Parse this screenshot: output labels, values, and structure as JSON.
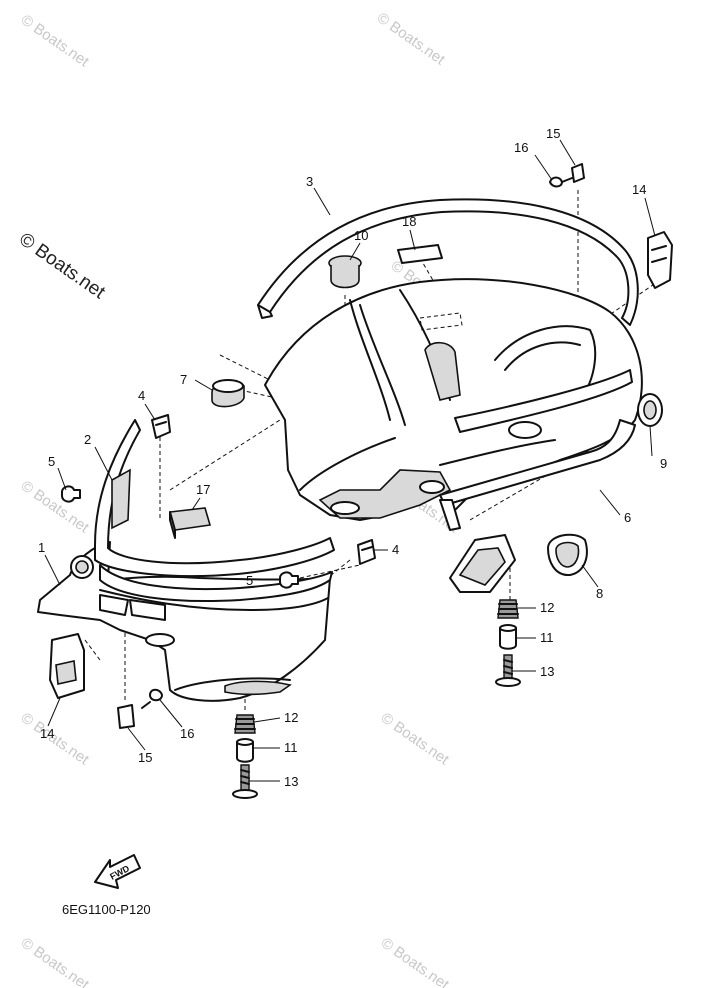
{
  "diagram": {
    "drawing_code": "6EG1100-P120",
    "fwd_label": "FWD",
    "watermark": "© Boats.net",
    "callouts": [
      "1",
      "2",
      "3",
      "4",
      "4",
      "5",
      "5",
      "6",
      "7",
      "8",
      "9",
      "10",
      "11",
      "11",
      "12",
      "12",
      "13",
      "13",
      "14",
      "14",
      "15",
      "15",
      "16",
      "16",
      "17",
      "18"
    ]
  },
  "colors": {
    "line": "#111111",
    "shade": "#d9d9d9",
    "watermark": "#c8c8c8"
  }
}
